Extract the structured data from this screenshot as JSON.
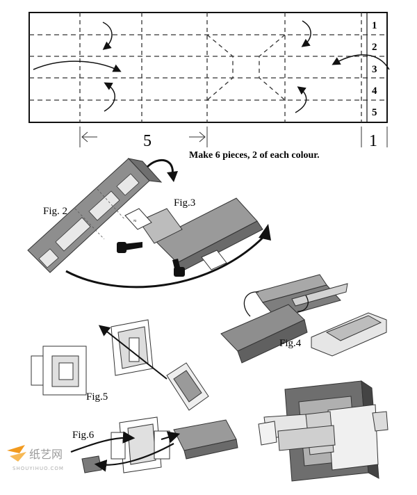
{
  "strip": {
    "row_numbers": [
      "1",
      "2",
      "3",
      "4",
      "5"
    ],
    "dim_left": "5",
    "dim_right": "1",
    "note": "Make 6 pieces, 2 of each colour."
  },
  "figures": {
    "fig2": "Fig. 2",
    "fig3": "Fig.3",
    "fig4": "Fig.4",
    "fig5": "Fig.5",
    "fig6": "Fig.6"
  },
  "watermark": {
    "logo_text": "纸艺网",
    "site": "SHOUYIHUO.COM"
  },
  "colors": {
    "piece_gray": "#8e8e8e",
    "piece_dark": "#5f5f5f",
    "piece_light": "#dcdcdc",
    "watermark_orange": "#f29a1e",
    "watermark_gray": "#9a9a9a"
  }
}
